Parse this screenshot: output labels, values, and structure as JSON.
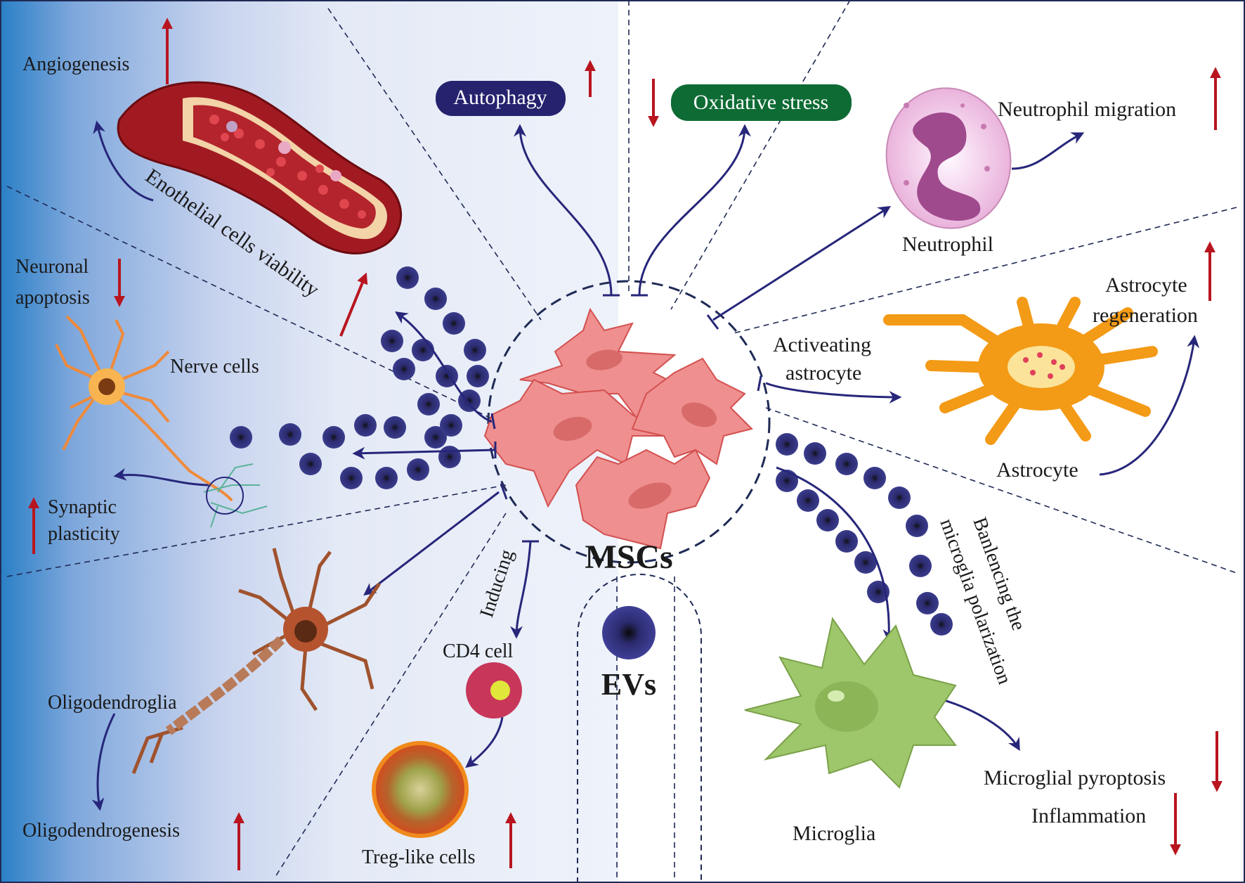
{
  "center": {
    "label": "MSCs",
    "ev_label": "EVs"
  },
  "effects": {
    "angiogenesis": "Angiogenesis",
    "endothelial": "Enothelial cells viability",
    "neuronal_apoptosis_line1": "Neuronal",
    "neuronal_apoptosis_line2": "apoptosis",
    "nerve_cells": "Nerve cells",
    "synaptic_line1": "Synaptic",
    "synaptic_line2": "plasticity",
    "oligodendroglia": "Oligodendroglia",
    "oligodendrogenesis": "Oligodendrogenesis",
    "inducing": "Inducing",
    "cd4": "CD4 cell",
    "treg": "Treg-like cells",
    "autophagy": "Autophagy",
    "oxidative": "Oxidative stress",
    "neutrophil_migration": "Neutrophil migration",
    "neutrophil": "Neutrophil",
    "astro_regen_line1": "Astrocyte",
    "astro_regen_line2": "regeneration",
    "activating_line1": "Activeating",
    "activating_line2": "astrocyte",
    "astrocyte": "Astrocyte",
    "balancing_line1": "Banlencing the",
    "balancing_line2": "microglia polarization",
    "microglia": "Microglia",
    "pyroptosis": "Microglial pyroptosis",
    "inflammation": "Inflammation"
  },
  "colors": {
    "bg_left_dark": "#2a7fc6",
    "bg_left_light": "#e2e8f5",
    "arrow_navy": "#27267a",
    "up_red": "#b8151f",
    "autophagy_pill": "#25236e",
    "oxidative_pill": "#0e6b34",
    "msc_pink": "#ef8f8f",
    "ev_navy": "#2b2a6e",
    "astrocyte_orange": "#f39a16",
    "microglia_green": "#9ec66a",
    "neutrophil_pink": "#f1bfe0"
  }
}
